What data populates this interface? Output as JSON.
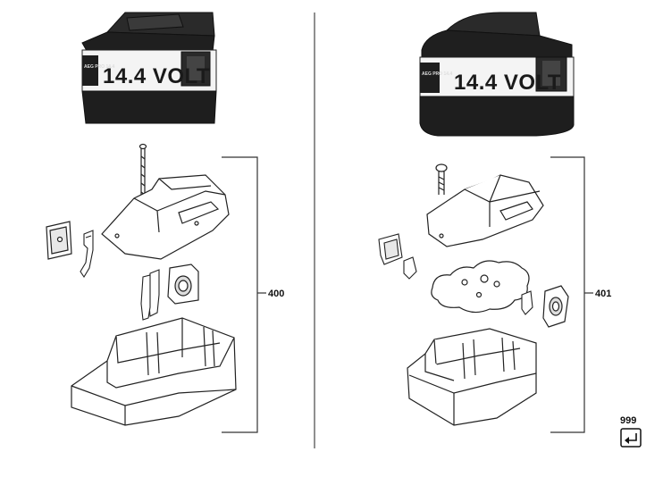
{
  "left_assembly": {
    "battery_label": "14.4 VOLT",
    "battery_brand": "AEG PRO 14.4",
    "callout": "400"
  },
  "right_assembly": {
    "battery_label": "14.4 VOLT",
    "battery_brand": "AEG PRO 14.4",
    "callout": "401"
  },
  "extra_callout": {
    "label": "999",
    "icon": "return-arrow-icon"
  }
}
